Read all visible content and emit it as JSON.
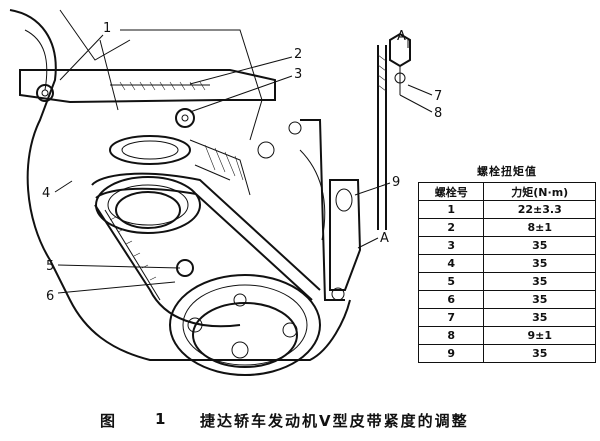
{
  "callouts": [
    "1",
    "2",
    "3",
    "4",
    "5",
    "6",
    "7",
    "8",
    "9",
    "A",
    "A"
  ],
  "torque_table": {
    "title": "螺栓扭矩值",
    "headers": [
      "螺栓号",
      "力矩(N·m)"
    ],
    "rows": [
      {
        "bolt": "1",
        "torque": "22±3.3"
      },
      {
        "bolt": "2",
        "torque": "8±1"
      },
      {
        "bolt": "3",
        "torque": "35"
      },
      {
        "bolt": "4",
        "torque": "35"
      },
      {
        "bolt": "5",
        "torque": "35"
      },
      {
        "bolt": "6",
        "torque": "35"
      },
      {
        "bolt": "7",
        "torque": "35"
      },
      {
        "bolt": "8",
        "torque": "9±1"
      },
      {
        "bolt": "9",
        "torque": "35"
      }
    ]
  },
  "caption": {
    "figure_word": "图",
    "figure_number": "1",
    "text": "捷达轿车发动机V型皮带紧度的调整"
  }
}
